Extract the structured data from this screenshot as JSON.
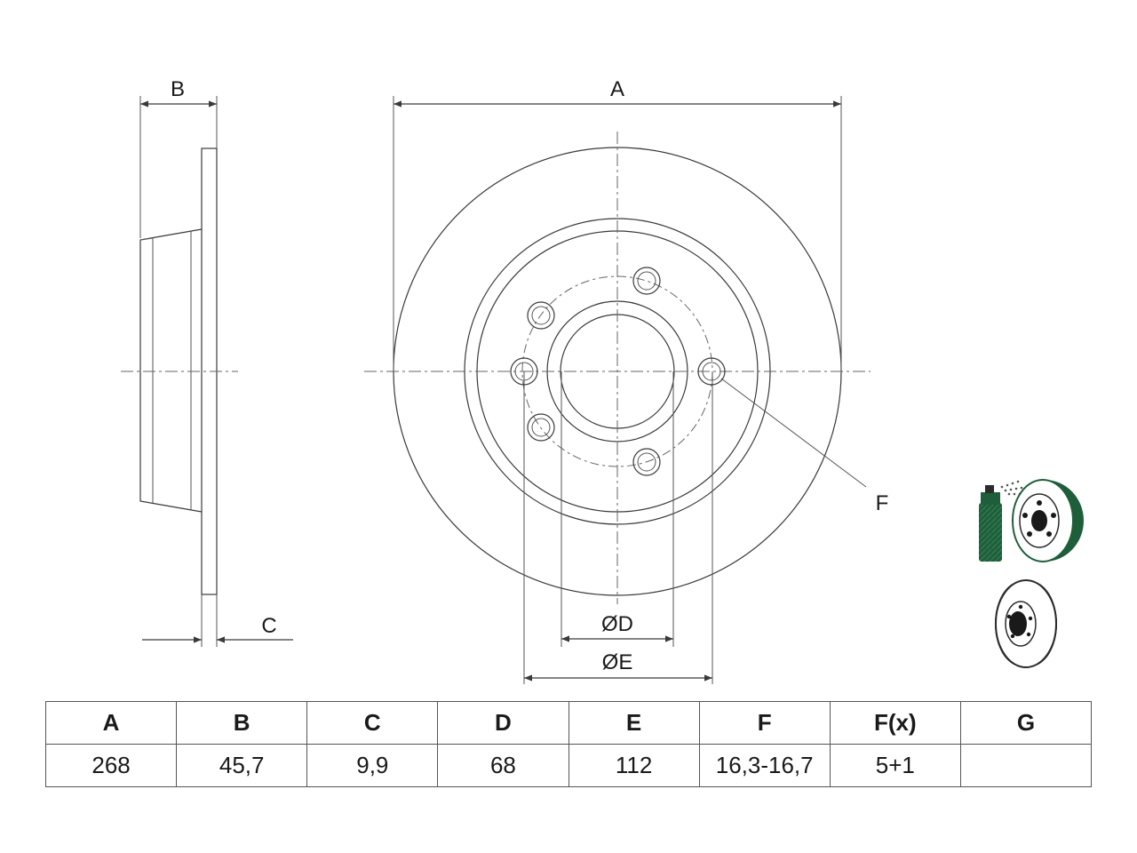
{
  "drawing": {
    "labels": {
      "a": "A",
      "b": "B",
      "c": "C",
      "d": "ØD",
      "e": "ØE",
      "f": "F"
    },
    "bolt_holes": 5,
    "icons": [
      "spray-coating-icon",
      "brake-disc-icon"
    ]
  },
  "table": {
    "headers": [
      "A",
      "B",
      "C",
      "D",
      "E",
      "F",
      "F(x)",
      "G"
    ],
    "values": [
      "268",
      "45,7",
      "9,9",
      "68",
      "112",
      "16,3-16,7",
      "5+1",
      ""
    ]
  }
}
